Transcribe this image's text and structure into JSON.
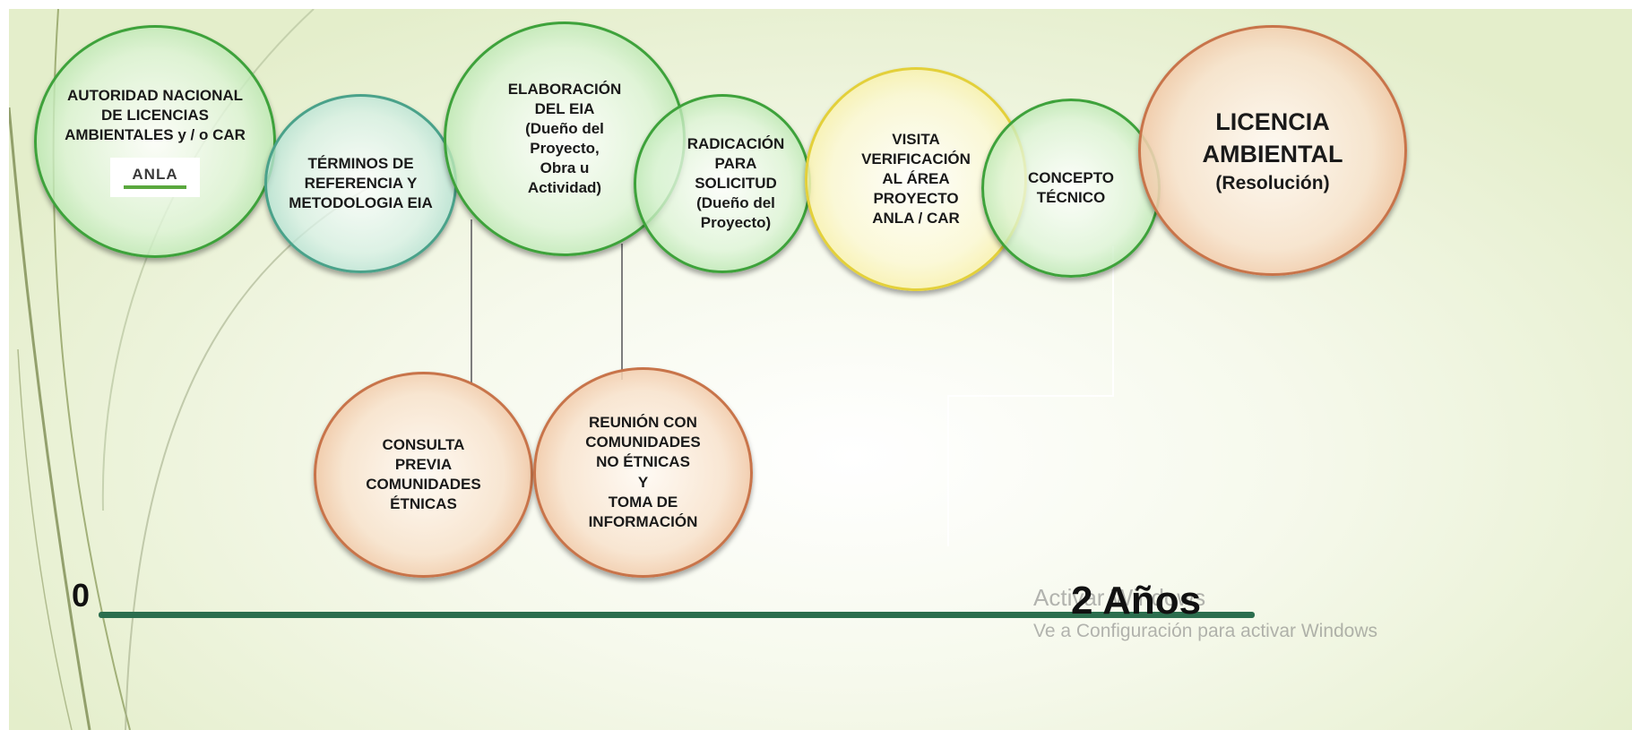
{
  "nodes": {
    "anla": {
      "text": "AUTORIDAD  NACIONAL\nDE  LICENCIAS\nAMBIENTALES y / o CAR",
      "logo_text": "ANLA"
    },
    "terminos": {
      "text": "TÉRMINOS  DE\nREFERENCIA Y\nMETODOLOGIA  EIA"
    },
    "elaboracion": {
      "text": "ELABORACIÓN\nDEL EIA\n(Dueño del\nProyecto,\nObra u\nActividad)"
    },
    "radicacion": {
      "text": "RADICACIÓN\nPARA\nSOLICITUD\n(Dueño del\nProyecto)"
    },
    "visita": {
      "text": "VISITA\nVERIFICACIÓN\nAL  ÁREA\nPROYECTO\nANLA / CAR"
    },
    "concepto": {
      "text": "CONCEPTO\nTÉCNICO"
    },
    "licencia": {
      "text": "LICENCIA\nAMBIENTAL",
      "sub": "(Resolución)"
    },
    "consulta": {
      "text": "CONSULTA\nPREVIA\nCOMUNIDADES\nÉTNICAS"
    },
    "reunion": {
      "text": "REUNIÓN CON\nCOMUNIDADES\nNO ÉTNICAS\nY\nTOMA DE\nINFORMACIÓN"
    }
  },
  "timeline": {
    "start_label": "0",
    "end_label": "2 Años"
  },
  "watermark": {
    "line1": "Activar Windows",
    "line2": "Ve a Configuración para activar Windows"
  },
  "colors": {
    "green": "#3ea23b",
    "teal": "#4aa28a",
    "yellow": "#e3d03a",
    "orange": "#c8744a",
    "timeline": "#2c6e4e"
  }
}
